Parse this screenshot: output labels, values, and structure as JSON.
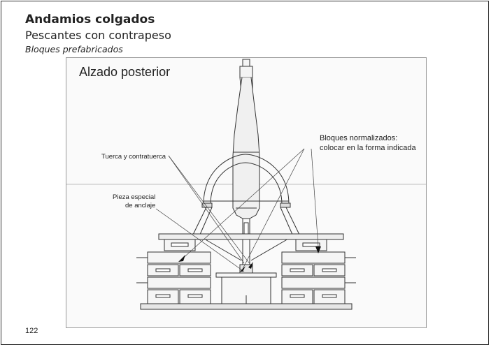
{
  "header": {
    "title": "Andamios colgados",
    "subtitle": "Pescantes con contrapeso",
    "subsubtitle": "Bloques prefabricados"
  },
  "drawing": {
    "view_title": "Alzado posterior",
    "labels": {
      "tuerca": "Tuerca y contratuerca",
      "pieza_line1": "Pieza especial",
      "pieza_line2": "de anclaje",
      "bloques_line1": "Bloques normalizados:",
      "bloques_line2": "colocar en la forma indicada"
    }
  },
  "footer": {
    "page_number": "122"
  }
}
